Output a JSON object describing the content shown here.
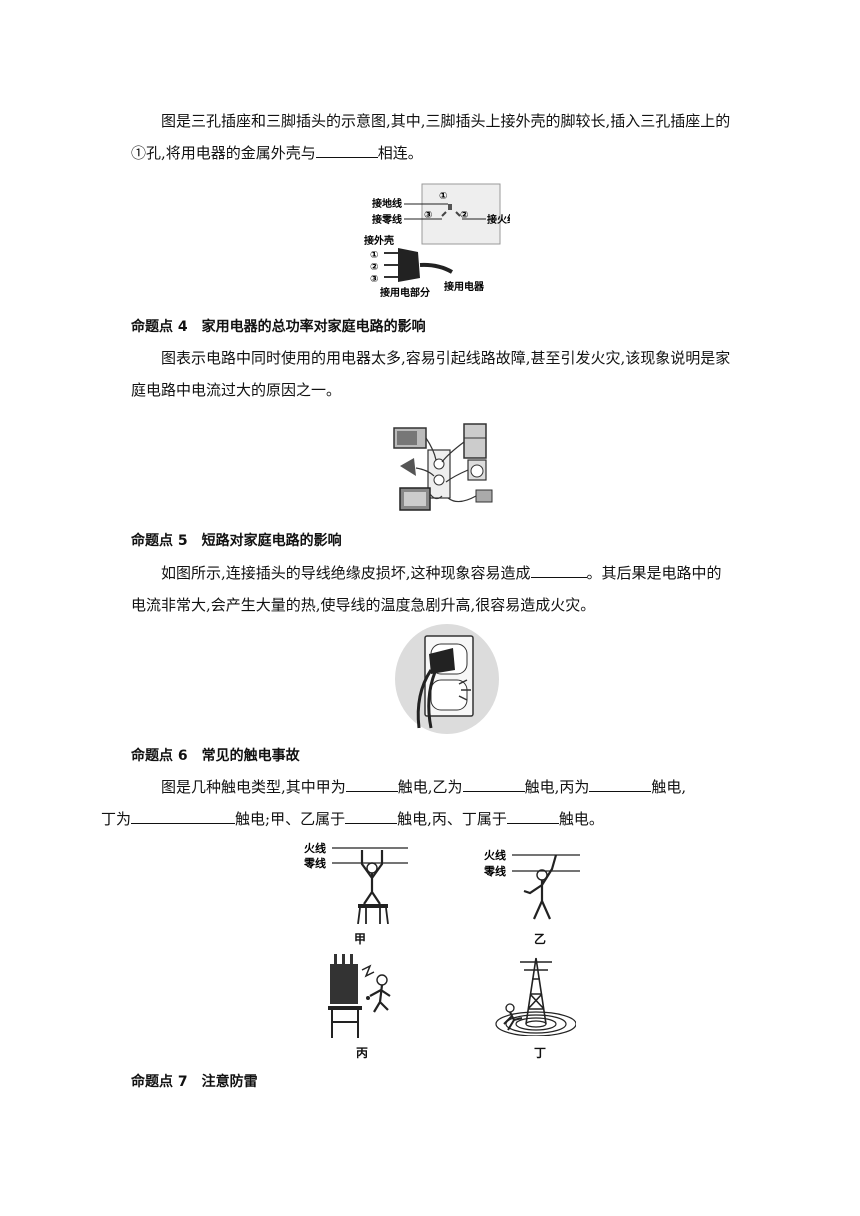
{
  "section3": {
    "text1": "图是三孔插座和三脚插头的示意图,其中,三脚插头上接外壳的脚较长,插入三孔插座上的①孔,将用电器的金属外壳与",
    "text2": "相连。",
    "figure": {
      "earth": "接地线",
      "neutral": "接零线",
      "live": "接火线",
      "hole1": "①",
      "hole2": "②",
      "hole3": "③",
      "shell": "接外壳",
      "pin1": "①",
      "pin2": "②",
      "pin3": "③",
      "part": "接用电部分",
      "appliance": "接用电器"
    }
  },
  "section4": {
    "num": "命题点 4",
    "title": "家用电器的总功率对家庭电路的影响",
    "text": "图表示电路中同时使用的用电器太多,容易引起线路故障,甚至引发火灾,该现象说明是家庭电路中电流过大的原因之一。"
  },
  "section5": {
    "num": "命题点 5",
    "title": "短路对家庭电路的影响",
    "text1": "如图所示,连接插头的导线绝缘皮损坏,这种现象容易造成",
    "text2": "。其后果是电路中的电流非常大,会产生大量的热,使导线的温度急剧升高,很容易造成火灾。"
  },
  "section6": {
    "num": "命题点 6",
    "title": "常见的触电事故",
    "t1": "图是几种触电类型,其中甲为",
    "t2": "触电,乙为",
    "t3": "触电,丙为",
    "t4": "触电,",
    "t5": "丁为",
    "t6": "触电;甲、乙属于",
    "t7": "触电,丙、丁属于",
    "t8": "触电。",
    "figure": {
      "live": "火线",
      "neutral": "零线",
      "cap_a": "甲",
      "cap_b": "乙",
      "cap_c": "丙",
      "cap_d": "丁"
    }
  },
  "section7": {
    "num": "命题点 7",
    "title": "注意防雷"
  }
}
